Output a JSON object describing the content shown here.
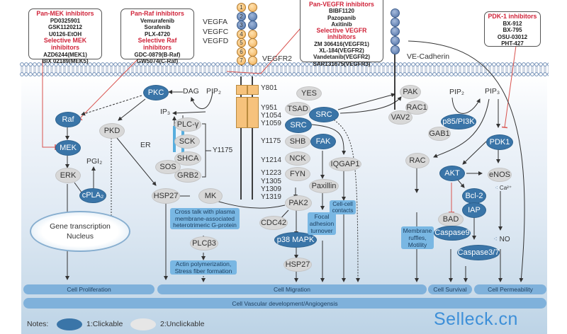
{
  "inhibitor_boxes": {
    "mek": {
      "heading1": "Pan-MEK inhibitors",
      "items1": [
        "PD0325901",
        "GSK1120212",
        "U0126-EtOH"
      ],
      "heading2": "Selective MEK inhibitors",
      "items2": [
        "AZD6244(MEK1)",
        "BIX 02189(MEK5)"
      ]
    },
    "raf": {
      "heading1": "Pan-Raf inhibitors",
      "items1": [
        "Vemurafenib",
        "Sorafenib",
        "PLX-4720"
      ],
      "heading2": "Selective Raf inhibitors",
      "items2": [
        "GDC-0879(B-Raf)",
        "GW5074(C-Raf)"
      ]
    },
    "vegfr": {
      "heading1": "Pan-VEGFR inhibitors",
      "items1": [
        "BIBF1120",
        "Pazopanib",
        "Axitinib"
      ],
      "heading2": "Selective VEGFR inhibitors",
      "items2": [
        "ZM 306416(VEGFR1)",
        "XL-184(VEGFR2)",
        "Vandetanib(VEGFR2)",
        "SAR131675(VEGFR3)"
      ]
    },
    "pdk1": {
      "heading1": "PDK-1 inhibitors",
      "items1": [
        "BX-912",
        "BX-795",
        "OSU-03012",
        "PHT-427"
      ]
    }
  },
  "receptor": {
    "ligands": [
      "VEGFA",
      "VEGFC",
      "VEGFD"
    ],
    "domain_numbers": [
      "1",
      "2",
      "3",
      "4",
      "5",
      "6",
      "7"
    ],
    "name": "VEGFR2",
    "ve_cadherin": "VE-Cadherin",
    "sites": {
      "y801": "Y801",
      "y951": "Y951",
      "y1054": "Y1054",
      "y1059": "Y1059",
      "y1175a": "Y1175",
      "y1175b": "Y1175",
      "y1214": "Y1214",
      "y1223": "Y1223",
      "y1305": "Y1305",
      "y1309": "Y1309",
      "y1319": "Y1319"
    }
  },
  "nodes": {
    "pkc": "PKC",
    "dag": "DAG",
    "pip2_left": "PIP₂",
    "ip3": "IP₃",
    "er": "ER",
    "raf": "Raf",
    "mek": "MEK",
    "erk": "ERK",
    "cpla2": "cPLA₂",
    "pgi2": "PGI₂",
    "pkd": "PKD",
    "plcg": "PLC-γ",
    "sck": "SCK",
    "shca": "SHCA",
    "sos": "SOS",
    "grb2": "GRB2",
    "hsp27_left": "HSP27",
    "mk": "MK",
    "yes": "YES",
    "tsad": "TSAD",
    "src_upper": "SRC",
    "src_lower": "SRC",
    "shb": "SHB",
    "fak": "FAK",
    "nck": "NCK",
    "fyn": "FYN",
    "pak2": "PAK2",
    "cdc42": "CDC42",
    "p38": "p38 MAPK",
    "hsp27_mid": "HSP27",
    "iqgap1": "IQGAP1",
    "paxillin": "Paxillin",
    "plcb3": "PLCβ3",
    "pak": "PAK",
    "rac1": "RAC1",
    "vav2": "VAV2",
    "pip2_right": "PIP₂",
    "pip3": "PIP₃",
    "p85": "p85/PI3K",
    "gab1": "GAB1",
    "pdk1": "PDK1",
    "rac": "RAC",
    "akt": "AKT",
    "enos": "eNOS",
    "ca": "Ca²⁺",
    "bcl2": "Bcl-2",
    "iap": "IAP",
    "bad": "BAD",
    "caspase9": "Caspase9",
    "caspase37": "Caspase3/7",
    "no": "NO"
  },
  "nucleus": {
    "line1": "Gene transcription",
    "line2": "Nucleus"
  },
  "process_boxes": {
    "crosstalk": "Cross talk with plasma membrane-associated heterotrimeric G-protein",
    "actin": "Actin polymerization, Stress fiber formation",
    "focal": "Focal adhesion turnover",
    "cellcell": "Cell-cell contacts",
    "membrane": "Membrane ruffles, Motility"
  },
  "outcomes": {
    "proliferation": "Cell Proliferation",
    "migration": "Cell Migration",
    "survival": "Cell Survival",
    "permeability": "Cell Permeability",
    "angiogenesis": "Cell Vascular development/Angiogensis"
  },
  "legend": {
    "title": "Notes:",
    "clickable": "1:Clickable",
    "unclickable": "2:Unclickable"
  },
  "watermark": "Selleck.cn",
  "colors": {
    "clickable": "#3a75a8",
    "unclickable": "#d8d8d8",
    "inhibitor_heading": "#d0243a",
    "outcome_bar": "#7fb1db",
    "watermark": "#3d8fd8"
  }
}
